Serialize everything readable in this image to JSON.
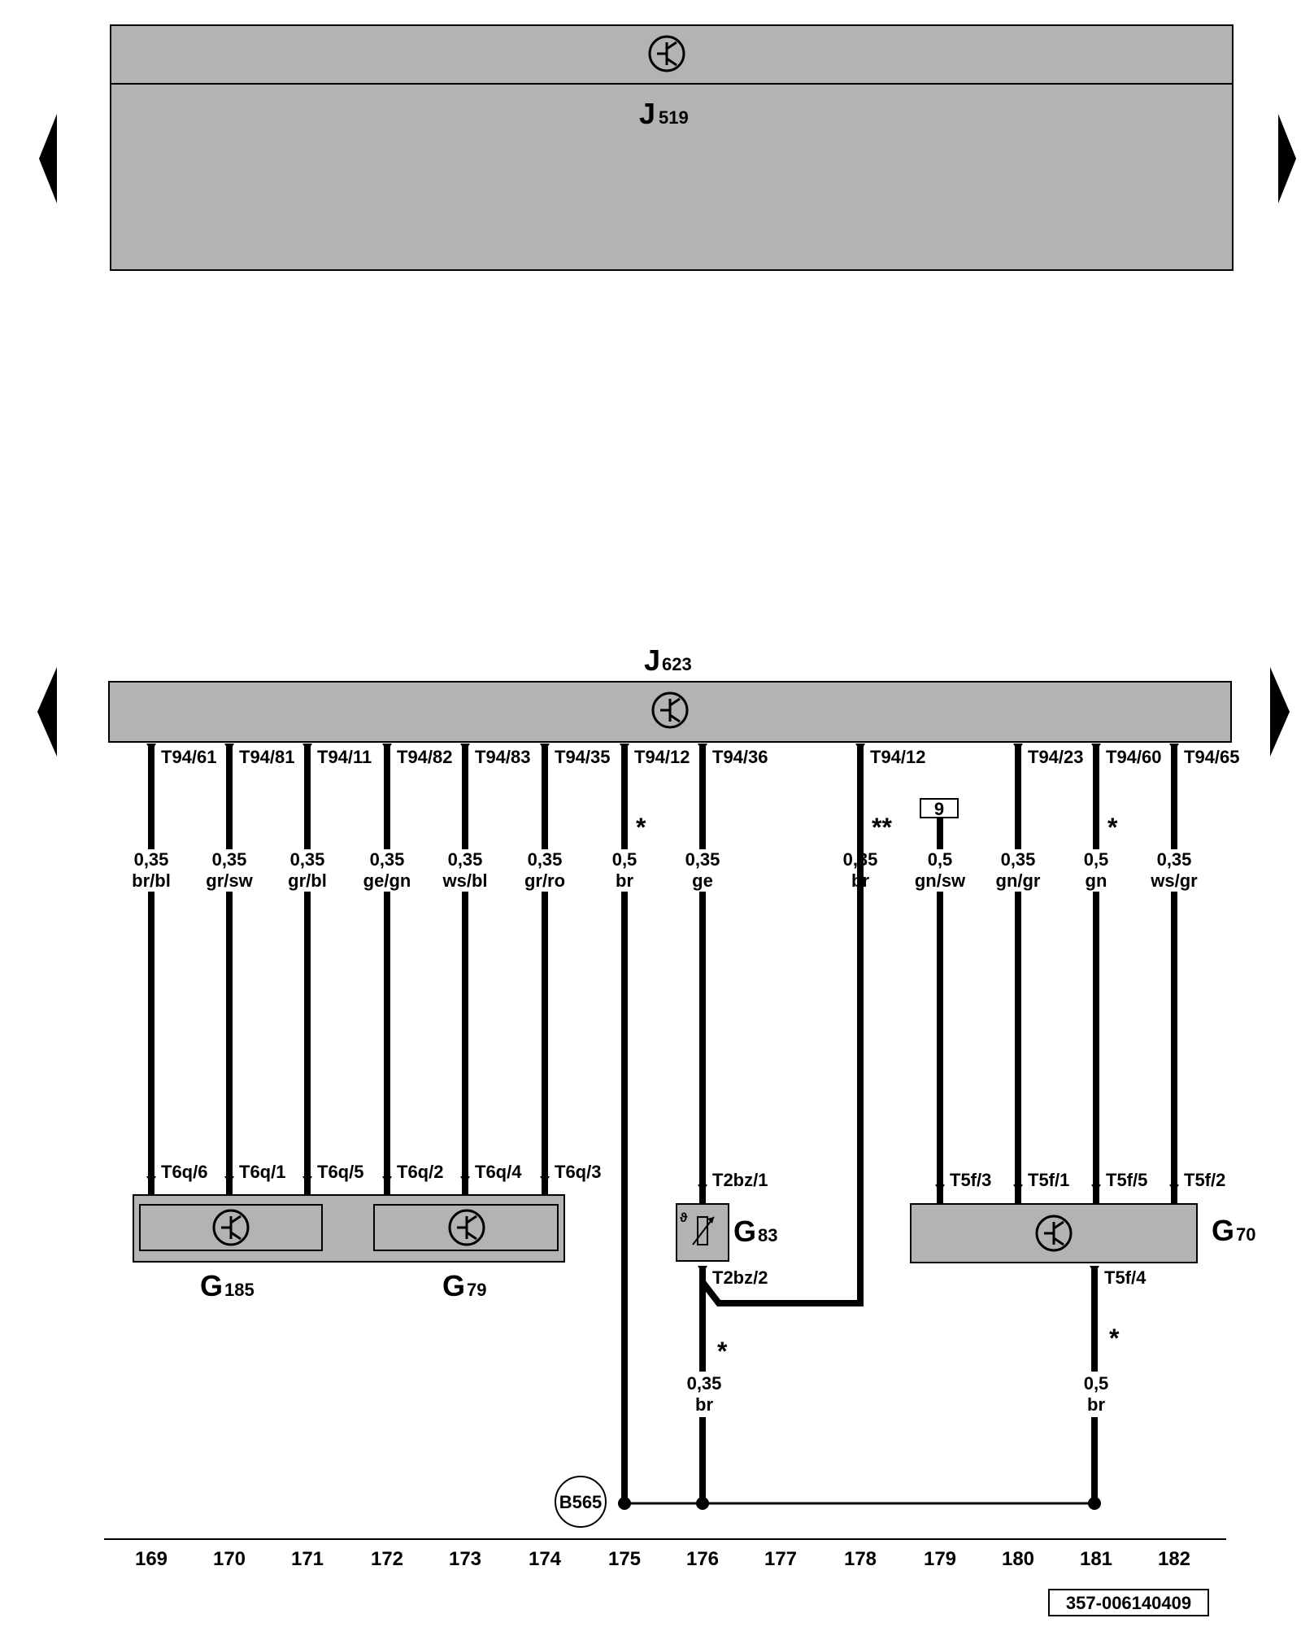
{
  "top_unit": {
    "label": "J",
    "sub": "519",
    "icon": "electronic-control-icon"
  },
  "main_unit": {
    "label": "J",
    "sub": "623",
    "icon": "electronic-control-icon"
  },
  "wires": [
    {
      "id": "w169",
      "pin": "T94/61",
      "size": "0,35",
      "color": "br/bl",
      "bottom_pin": "T6q/6"
    },
    {
      "id": "w170",
      "pin": "T94/81",
      "size": "0,35",
      "color": "gr/sw",
      "bottom_pin": "T6q/1"
    },
    {
      "id": "w171",
      "pin": "T94/11",
      "size": "0,35",
      "color": "gr/bl",
      "bottom_pin": "T6q/5"
    },
    {
      "id": "w172",
      "pin": "T94/82",
      "size": "0,35",
      "color": "ge/gn",
      "bottom_pin": "T6q/2"
    },
    {
      "id": "w173",
      "pin": "T94/83",
      "size": "0,35",
      "color": "ws/bl",
      "bottom_pin": "T6q/4"
    },
    {
      "id": "w174",
      "pin": "T94/35",
      "size": "0,35",
      "color": "gr/ro",
      "bottom_pin": "T6q/3"
    },
    {
      "id": "w175",
      "pin": "T94/12",
      "size": "0,5",
      "color": "br",
      "mark": "*"
    },
    {
      "id": "w176",
      "pin": "T94/36",
      "size": "0,35",
      "color": "ge",
      "bottom_pin": "T2bz/1"
    },
    {
      "id": "w178",
      "pin": "T94/12",
      "size": "0,35",
      "color": "br",
      "mark": "**"
    },
    {
      "id": "w179",
      "ref": "9",
      "size": "0,5",
      "color": "gn/sw",
      "bottom_pin": "T5f/3"
    },
    {
      "id": "w180",
      "pin": "T94/23",
      "size": "0,35",
      "color": "gn/gr",
      "bottom_pin": "T5f/1"
    },
    {
      "id": "w181",
      "pin": "T94/60",
      "size": "0,5",
      "color": "gn",
      "bottom_pin": "T5f/5",
      "mark": "*"
    },
    {
      "id": "w182",
      "pin": "T94/65",
      "size": "0,35",
      "color": "ws/gr",
      "bottom_pin": "T5f/2"
    }
  ],
  "components": {
    "g185": {
      "label": "G",
      "sub": "185"
    },
    "g79": {
      "label": "G",
      "sub": "79"
    },
    "g83": {
      "label": "G",
      "sub": "83",
      "pin_out": "T2bz/2"
    },
    "g70": {
      "label": "G",
      "sub": "70",
      "pin_out": "T5f/4"
    }
  },
  "ground_wires": [
    {
      "size": "0,35",
      "color": "br",
      "mark": "*"
    },
    {
      "size": "0,5",
      "color": "br",
      "mark": "*"
    }
  ],
  "ground_point": "B565",
  "columns": [
    "169",
    "170",
    "171",
    "172",
    "173",
    "174",
    "175",
    "176",
    "177",
    "178",
    "179",
    "180",
    "181",
    "182"
  ],
  "page_ref": "357-006140409"
}
